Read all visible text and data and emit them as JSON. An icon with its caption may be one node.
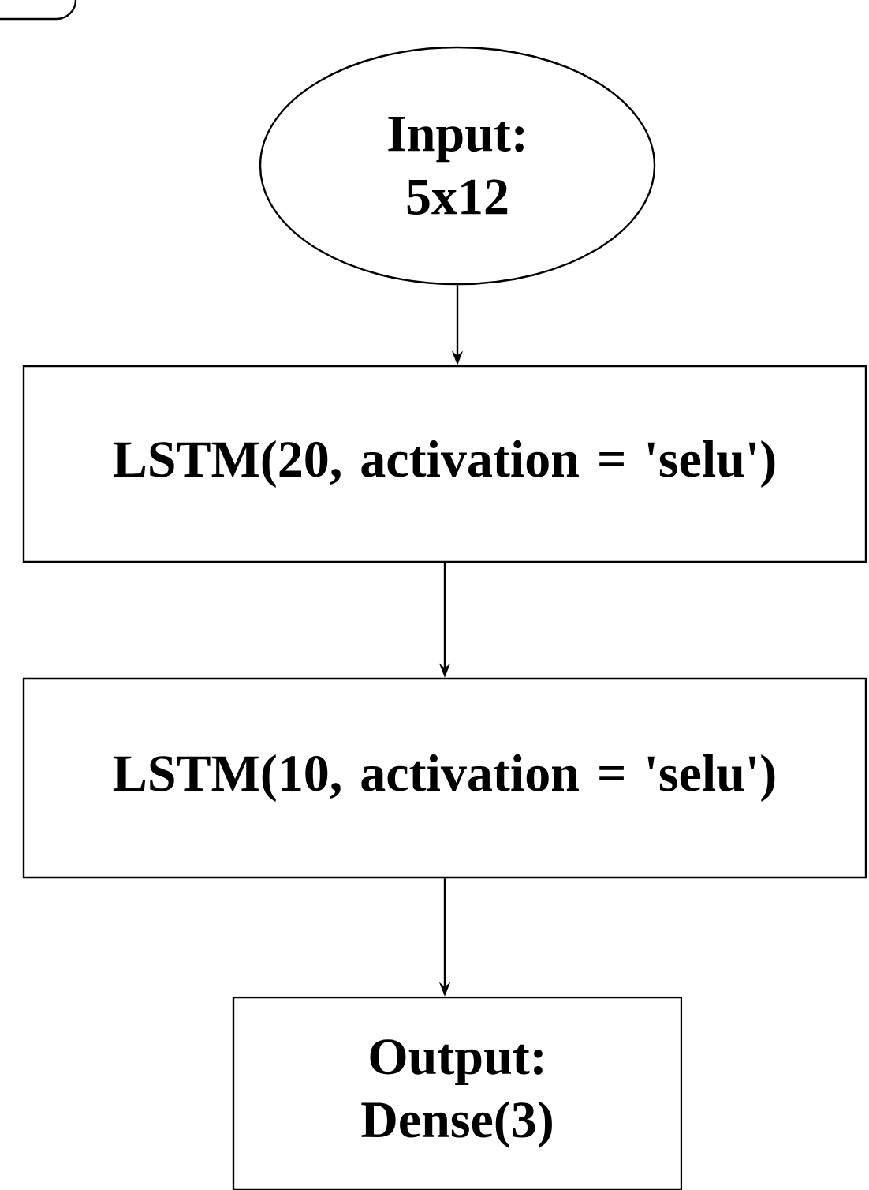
{
  "diagram": {
    "nodes": [
      {
        "text": [
          "Input: 5x12"
        ]
      },
      {
        "text": [
          "LSTM(20, activation = 'selu')"
        ]
      },
      {
        "text": [
          "LSTM(10, activation = 'selu')"
        ]
      },
      {
        "text": [
          "Output: Dense(3)"
        ]
      }
    ],
    "edges": [
      {
        "from": 0,
        "to": 1,
        "arrow": "to"
      },
      {
        "from": 1,
        "to": 2,
        "arrow": "to"
      },
      {
        "from": 2,
        "to": 3,
        "arrow": "to"
      }
    ]
  }
}
